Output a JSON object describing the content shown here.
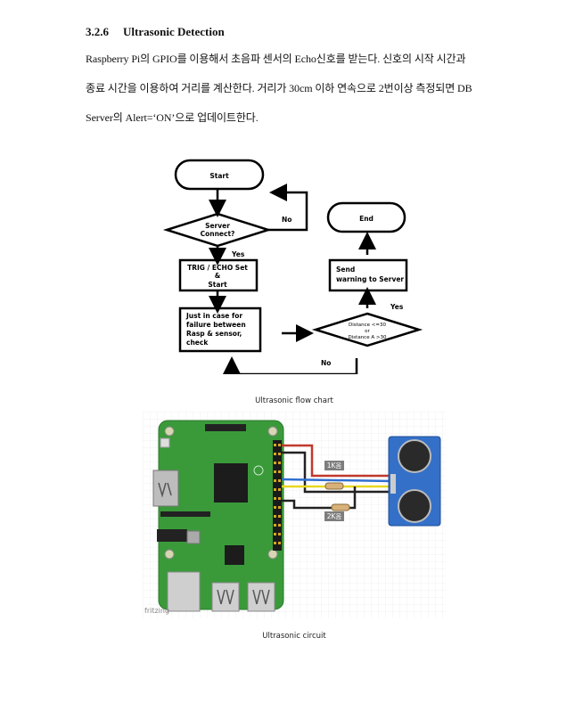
{
  "section": {
    "number": "3.2.6",
    "title": "Ultrasonic Detection",
    "lines": [
      "Raspberry Pi의 GPIO를 이용해서 초음파 센서의 Echo신호를 받는다. 신호의 시작 시간과",
      "종료 시간을 이용하여 거리를 계산한다. 거리가 30cm 이하 연속으로 2번이상 측정되면 DB",
      "Server의 Alert=‘ON’으로 업데이트한다."
    ]
  },
  "flowchart": {
    "start": "Start",
    "decision1": [
      "Server",
      "Connect?"
    ],
    "no_label": "No",
    "yes_label": "Yes",
    "set_box": [
      "TRIG / ECHO Set",
      "&",
      "Start"
    ],
    "check_box": [
      "Just in case for",
      "failure between",
      "Rasp & sensor,",
      "check"
    ],
    "decision2": [
      "Distance <=30",
      "or",
      "Distance A >30"
    ],
    "yes_label2": "Yes",
    "no_label2": "No",
    "send_box": [
      "Send",
      "warning to Server"
    ],
    "end": "End",
    "caption": "Ultrasonic flow chart"
  },
  "circuit": {
    "resistor1": "1K옴",
    "resistor2": "2K옴",
    "watermark": "fritzing",
    "caption": "Ultrasonic circuit"
  }
}
